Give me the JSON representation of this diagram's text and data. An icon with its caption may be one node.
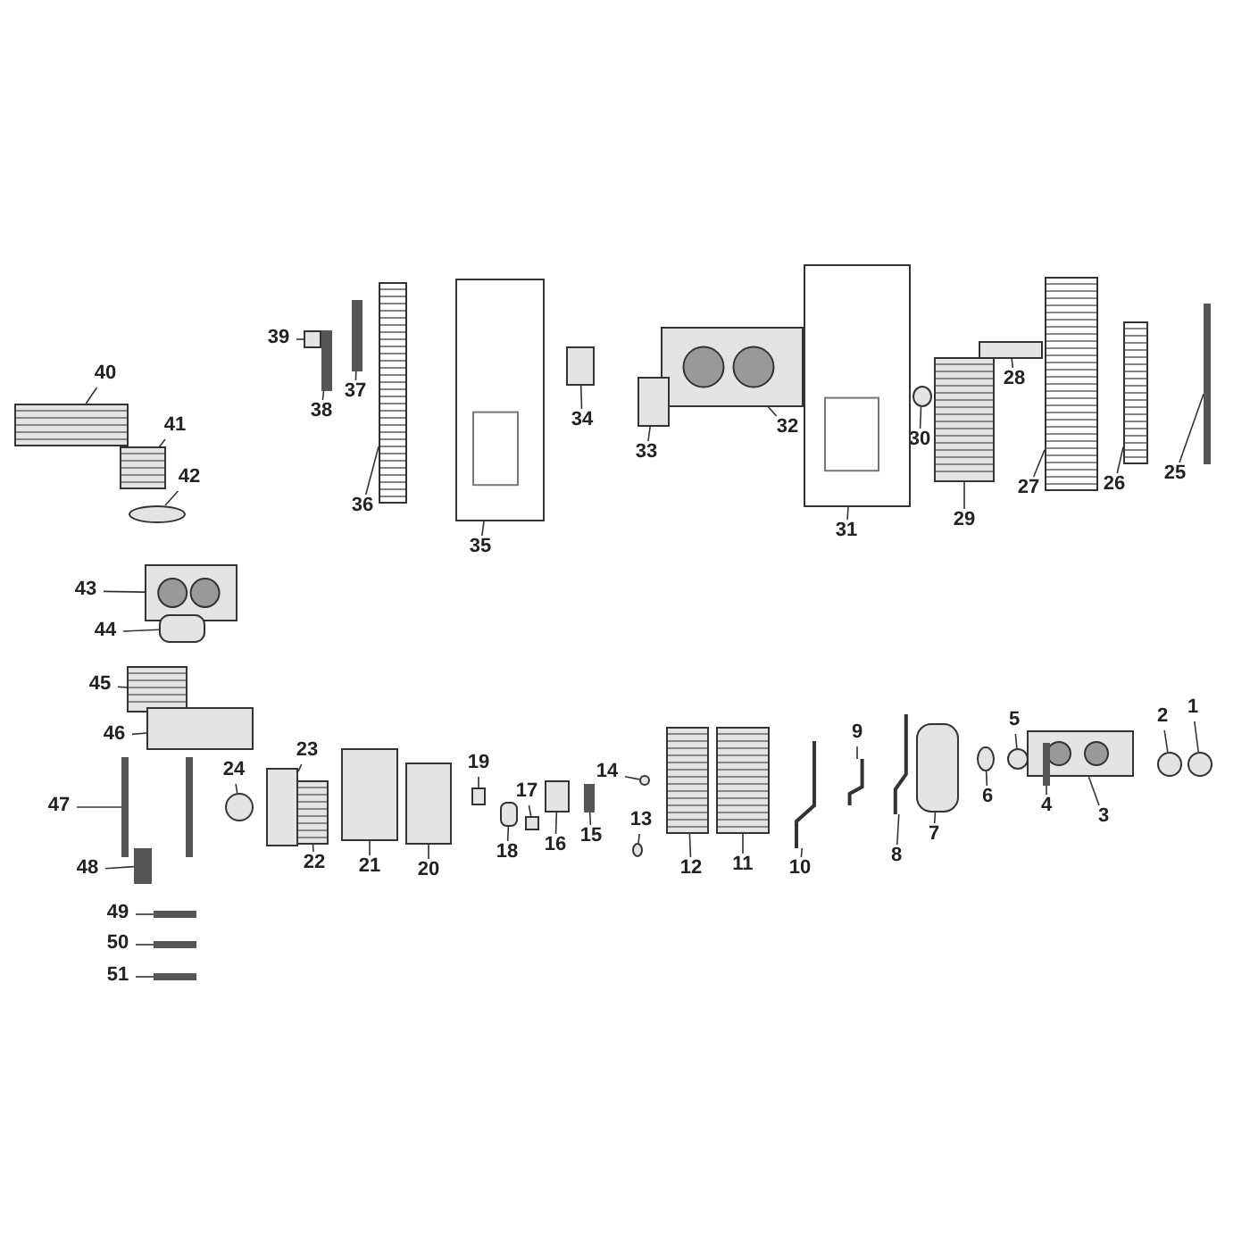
{
  "diagram": {
    "nodes": [
      {
        "text": [
          "1"
        ]
      },
      {
        "text": [
          "2"
        ]
      },
      {
        "text": [
          "3"
        ]
      },
      {
        "text": [
          "4"
        ]
      },
      {
        "text": [
          "5"
        ]
      },
      {
        "text": [
          "6"
        ]
      },
      {
        "text": [
          "7"
        ]
      },
      {
        "text": [
          "8"
        ]
      },
      {
        "text": [
          "9"
        ]
      },
      {
        "text": [
          "10"
        ]
      },
      {
        "text": [
          "11"
        ]
      },
      {
        "text": [
          "12"
        ]
      },
      {
        "text": [
          "13"
        ]
      },
      {
        "text": [
          "14"
        ]
      },
      {
        "text": [
          "15"
        ]
      },
      {
        "text": [
          "16"
        ]
      },
      {
        "text": [
          "17"
        ]
      },
      {
        "text": [
          "18"
        ]
      },
      {
        "text": [
          "19"
        ]
      },
      {
        "text": [
          "20"
        ]
      },
      {
        "text": [
          "21"
        ]
      },
      {
        "text": [
          "22"
        ]
      },
      {
        "text": [
          "23"
        ]
      },
      {
        "text": [
          "24"
        ]
      },
      {
        "text": [
          "25"
        ]
      },
      {
        "text": [
          "26"
        ]
      },
      {
        "text": [
          "27"
        ]
      },
      {
        "text": [
          "28"
        ]
      },
      {
        "text": [
          "29"
        ]
      },
      {
        "text": [
          "30"
        ]
      },
      {
        "text": [
          "31"
        ]
      },
      {
        "text": [
          "32"
        ]
      },
      {
        "text": [
          "33"
        ]
      },
      {
        "text": [
          "34"
        ]
      },
      {
        "text": [
          "35"
        ]
      },
      {
        "text": [
          "36"
        ]
      },
      {
        "text": [
          "37"
        ]
      },
      {
        "text": [
          "38"
        ]
      },
      {
        "text": [
          "39"
        ]
      },
      {
        "text": [
          "40"
        ]
      },
      {
        "text": [
          "41"
        ]
      },
      {
        "text": [
          "42"
        ]
      },
      {
        "text": [
          "43"
        ]
      },
      {
        "text": [
          "44"
        ]
      },
      {
        "text": [
          "45"
        ]
      },
      {
        "text": [
          "46"
        ]
      },
      {
        "text": [
          "47"
        ]
      },
      {
        "text": [
          "48"
        ]
      },
      {
        "text": [
          "49"
        ]
      },
      {
        "text": [
          "50"
        ]
      },
      {
        "text": [
          "51"
        ]
      },
      {
        "text": [],
        "shape": "circle"
      },
      {
        "text": [],
        "shape": "circle"
      },
      {
        "text": [],
        "shape": "picture"
      },
      {
        "text": [],
        "shape": "bar"
      },
      {
        "text": [],
        "shape": "circle"
      },
      {
        "text": [],
        "shape": "circle"
      },
      {
        "text": [],
        "shape": "cylinder"
      },
      {
        "text": [],
        "shape": "picture"
      },
      {
        "text": [],
        "shape": "picture"
      },
      {
        "text": [],
        "shape": "picture"
      },
      {
        "text": [],
        "shape": "picture"
      },
      {
        "text": [],
        "shape": "picture"
      },
      {
        "text": [],
        "shape": "circle"
      },
      {
        "text": [],
        "shape": "circle"
      },
      {
        "text": [],
        "shape": "bar"
      },
      {
        "text": [],
        "shape": "box"
      },
      {
        "text": [],
        "shape": "box"
      },
      {
        "text": [],
        "shape": "cylinder"
      },
      {
        "text": [],
        "shape": "box"
      },
      {
        "text": [],
        "shape": "box"
      },
      {
        "text": [],
        "shape": "box"
      },
      {
        "text": [],
        "shape": "picture"
      },
      {
        "text": [],
        "shape": "box"
      },
      {
        "text": [],
        "shape": "circle"
      },
      {
        "text": [],
        "shape": "bar"
      },
      {
        "text": [],
        "shape": "picture"
      },
      {
        "text": [],
        "shape": "picture"
      },
      {
        "text": [],
        "shape": "box"
      },
      {
        "text": [],
        "shape": "picture"
      },
      {
        "text": [],
        "shape": "circle"
      },
      {
        "text": [],
        "shape": "picture"
      },
      {
        "text": [],
        "shape": "picture"
      },
      {
        "text": [],
        "shape": "box"
      },
      {
        "text": [],
        "shape": "box"
      },
      {
        "text": [],
        "shape": "picture"
      },
      {
        "text": [],
        "shape": "picture"
      },
      {
        "text": [],
        "shape": "bar"
      },
      {
        "text": [],
        "shape": "bar"
      },
      {
        "text": [],
        "shape": "box"
      },
      {
        "text": [],
        "shape": "picture"
      },
      {
        "text": [],
        "shape": "picture"
      },
      {
        "text": [],
        "shape": "circle"
      },
      {
        "text": [],
        "shape": "picture"
      },
      {
        "text": [],
        "shape": "cylinder"
      },
      {
        "text": [],
        "shape": "picture"
      },
      {
        "text": [],
        "shape": "box"
      },
      {
        "text": [],
        "shape": "picture"
      },
      {
        "text": [],
        "shape": "bar"
      },
      {
        "text": [],
        "shape": "bar"
      },
      {
        "text": [],
        "shape": "bar"
      },
      {
        "text": [],
        "shape": "bar"
      }
    ],
    "edges": [
      {
        "from": 0,
        "to": 51,
        "arrow": "none"
      },
      {
        "from": 1,
        "to": 52,
        "arrow": "none"
      },
      {
        "from": 2,
        "to": 53,
        "arrow": "none"
      },
      {
        "from": 3,
        "to": 54,
        "arrow": "none"
      },
      {
        "from": 4,
        "to": 55,
        "arrow": "none"
      },
      {
        "from": 5,
        "to": 56,
        "arrow": "none"
      },
      {
        "from": 6,
        "to": 57,
        "arrow": "none"
      },
      {
        "from": 7,
        "to": 58,
        "arrow": "none"
      },
      {
        "from": 8,
        "to": 59,
        "arrow": "none"
      },
      {
        "from": 9,
        "to": 60,
        "arrow": "none"
      },
      {
        "from": 10,
        "to": 61,
        "arrow": "none"
      },
      {
        "from": 11,
        "to": 62,
        "arrow": "none"
      },
      {
        "from": 12,
        "to": 63,
        "arrow": "none"
      },
      {
        "from": 13,
        "to": 64,
        "arrow": "none"
      },
      {
        "from": 14,
        "to": 65,
        "arrow": "none"
      },
      {
        "from": 15,
        "to": 66,
        "arrow": "none"
      },
      {
        "from": 16,
        "to": 67,
        "arrow": "none"
      },
      {
        "from": 17,
        "to": 68,
        "arrow": "none"
      },
      {
        "from": 18,
        "to": 69,
        "arrow": "none"
      },
      {
        "from": 19,
        "to": 70,
        "arrow": "none"
      },
      {
        "from": 20,
        "to": 71,
        "arrow": "none"
      },
      {
        "from": 21,
        "to": 72,
        "arrow": "none"
      },
      {
        "from": 22,
        "to": 73,
        "arrow": "none"
      },
      {
        "from": 23,
        "to": 74,
        "arrow": "none"
      },
      {
        "from": 24,
        "to": 75,
        "arrow": "none"
      },
      {
        "from": 25,
        "to": 76,
        "arrow": "none"
      },
      {
        "from": 26,
        "to": 77,
        "arrow": "none"
      },
      {
        "from": 27,
        "to": 78,
        "arrow": "none"
      },
      {
        "from": 28,
        "to": 79,
        "arrow": "none"
      },
      {
        "from": 29,
        "to": 80,
        "arrow": "none"
      },
      {
        "from": 30,
        "to": 81,
        "arrow": "none"
      },
      {
        "from": 31,
        "to": 82,
        "arrow": "none"
      },
      {
        "from": 32,
        "to": 83,
        "arrow": "none"
      },
      {
        "from": 33,
        "to": 84,
        "arrow": "none"
      },
      {
        "from": 34,
        "to": 85,
        "arrow": "none"
      },
      {
        "from": 35,
        "to": 86,
        "arrow": "none"
      },
      {
        "from": 36,
        "to": 87,
        "arrow": "none"
      },
      {
        "from": 37,
        "to": 88,
        "arrow": "none"
      },
      {
        "from": 38,
        "to": 89,
        "arrow": "none"
      },
      {
        "from": 39,
        "to": 90,
        "arrow": "none"
      },
      {
        "from": 40,
        "to": 91,
        "arrow": "none"
      },
      {
        "from": 41,
        "to": 92,
        "arrow": "none"
      },
      {
        "from": 42,
        "to": 93,
        "arrow": "none"
      },
      {
        "from": 43,
        "to": 94,
        "arrow": "none"
      },
      {
        "from": 44,
        "to": 95,
        "arrow": "none"
      },
      {
        "from": 45,
        "to": 96,
        "arrow": "none"
      },
      {
        "from": 46,
        "to": 97,
        "arrow": "none"
      },
      {
        "from": 47,
        "to": 98,
        "arrow": "none"
      },
      {
        "from": 48,
        "to": 99,
        "arrow": "none"
      },
      {
        "from": 49,
        "to": 100,
        "arrow": "none"
      },
      {
        "from": 50,
        "to": 101,
        "arrow": "none"
      }
    ]
  }
}
